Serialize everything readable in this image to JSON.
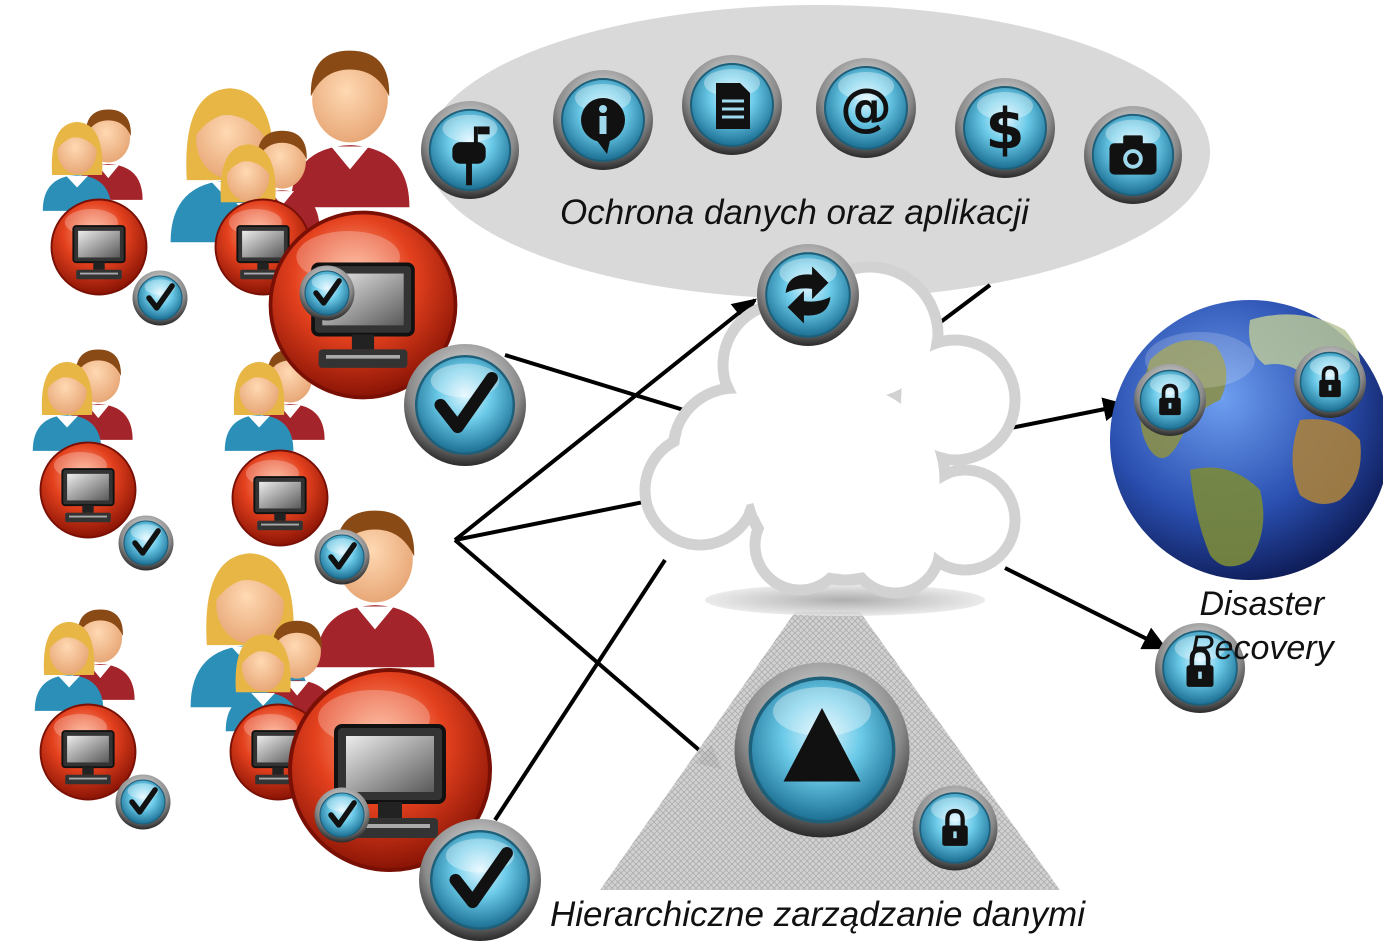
{
  "labels": {
    "apps": "Ochrona danych oraz aplikacji",
    "hsm": "Hierarchiczne zarządzanie danymi",
    "dr_line1": "Disaster",
    "dr_line2": "Recovery"
  },
  "icons": [
    "mailbox-icon",
    "info-icon",
    "document-icon",
    "at-sign-icon",
    "dollar-icon",
    "camera-icon",
    "sync-icon",
    "checkmark-icon",
    "padlock-icon",
    "eject-triangle-icon",
    "globe-icon",
    "computer-monitor-icon",
    "people-group-icon",
    "cloud-icon"
  ],
  "colors": {
    "button_blue": "#5fc3e4",
    "monitor_red": "#d0321c",
    "globe_blue": "#2a4fb0",
    "cloud_grey": "#dcdcdc",
    "ellipse_grey": "#d9d9d9",
    "pyramid_grey": "#c6c6c6",
    "male_shirt": "#a3242b",
    "female_shirt": "#2b8fb8"
  }
}
